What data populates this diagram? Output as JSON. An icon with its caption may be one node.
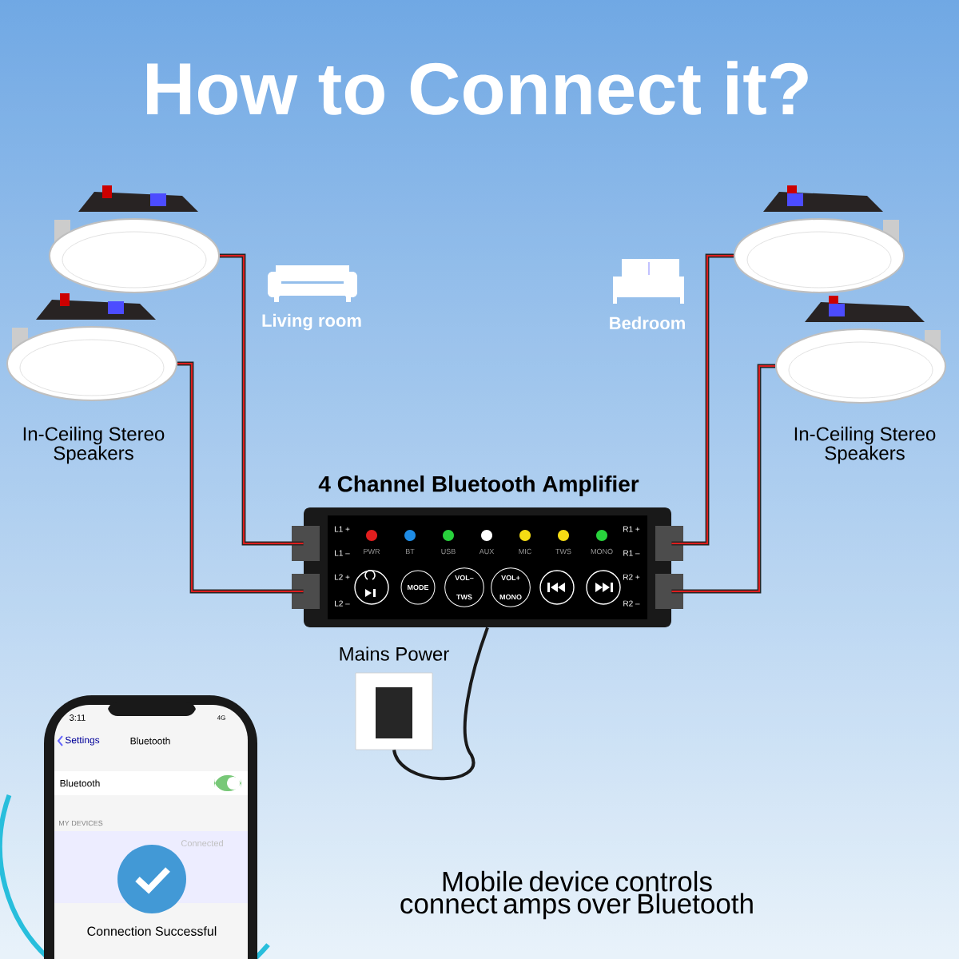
{
  "diagram": {
    "title": "How to Connect it?",
    "caption": "Mobile device controls connect amps over Bluetooth",
    "nodes": [
      {
        "text": [],
        "shape": "picture"
      },
      {
        "text": [],
        "shape": "picture"
      },
      {
        "text": [],
        "shape": "picture"
      },
      {
        "text": [],
        "shape": "picture"
      },
      {
        "text": [
          "4 Channel Bluetooth Amplifier"
        ]
      },
      {
        "text": [
          "Mains Power"
        ]
      }
    ],
    "edges": [
      {
        "from": 0,
        "to": 4,
        "arrow": "none"
      },
      {
        "from": 1,
        "to": 4,
        "arrow": "none"
      },
      {
        "from": 2,
        "to": 4,
        "arrow": "none"
      },
      {
        "from": 3,
        "to": 4,
        "arrow": "none"
      },
      {
        "from": 4,
        "to": 5,
        "arrow": "none",
        "color": "#1a1a1a"
      }
    ],
    "labels": [
      "Living room",
      "Bedroom",
      "In-Ceiling Stereo Speakers",
      "In-Ceiling Stereo Speakers",
      "L1 +",
      "L1 –",
      "L2 +",
      "L2 –",
      "PWR",
      "BT",
      "USB",
      "AUX",
      "MIC",
      "TWS",
      "MONO",
      "MODE",
      "VOL– TWS",
      "VOL+ MONO",
      "R1 +",
      "R1 –",
      "R2 +",
      "R2 –",
      "3:11",
      "4G",
      "Settings",
      "Bluetooth",
      "Bluetooth",
      "MY DEVICES",
      "Connected",
      "Connection Successful"
    ]
  }
}
